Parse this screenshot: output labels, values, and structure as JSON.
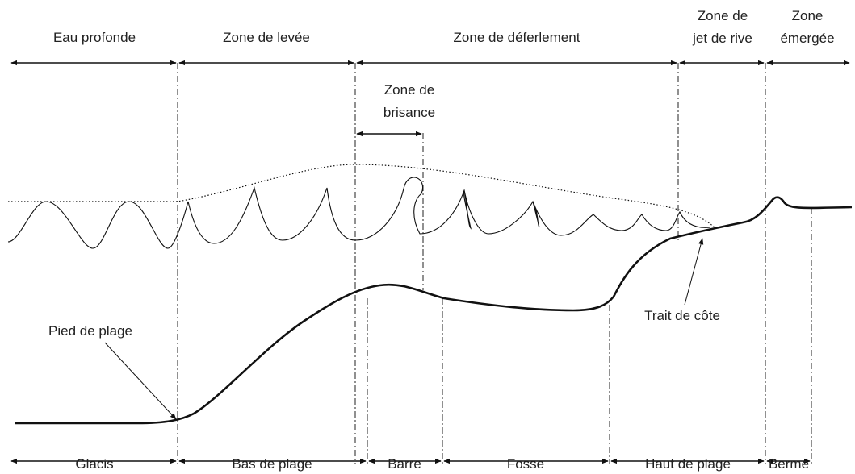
{
  "top_zones": {
    "eau_profonde": "Eau profonde",
    "zone_levee": "Zone de levée",
    "zone_deferlement": "Zone de déferlement",
    "jet_de_rive_line1": "Zone de",
    "jet_de_rive_line2": "jet de rive",
    "emergee_line1": "Zone",
    "emergee_line2": "émergée"
  },
  "brisance": {
    "line1": "Zone de",
    "line2": "brisance"
  },
  "bottom_zones": {
    "glacis": "Glacis",
    "bas_de_plage": "Bas de plage",
    "barre": "Barre",
    "fosse": "Fosse",
    "haut_de_plage": "Haut de plage",
    "berme": "Berme"
  },
  "annotations": {
    "pied_de_plage": "Pied de plage",
    "trait_de_cote": "Trait de côte"
  }
}
